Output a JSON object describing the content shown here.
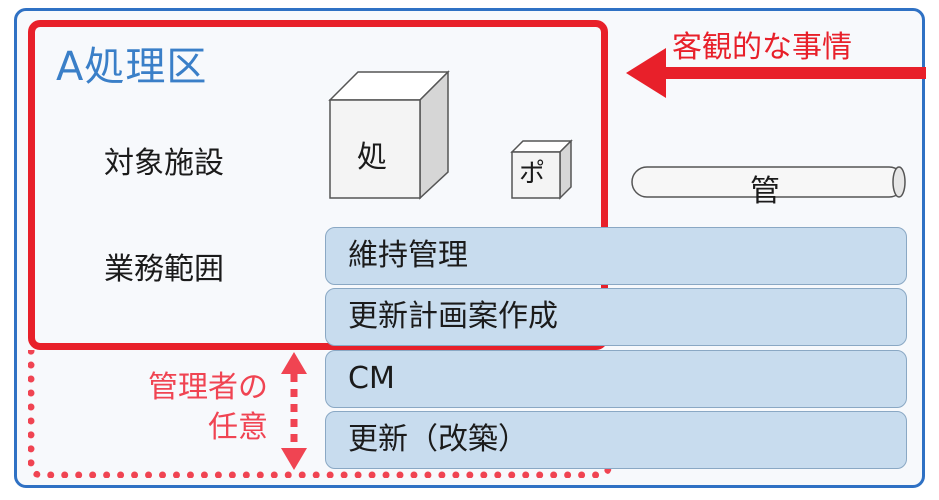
{
  "region": {
    "title": "A処理区",
    "facility_label": "対象施設",
    "scope_label": "業務範囲"
  },
  "facilities": {
    "treatment_plant": "処",
    "pump_station": "ポ",
    "pipe": "管"
  },
  "scope_items": [
    "維持管理",
    "更新計画案作成",
    "CM",
    "更新（改築）"
  ],
  "annotations": {
    "objective_circumstances": "客観的な事情",
    "manager_discretion_line1": "管理者の",
    "manager_discretion_line2": "任意"
  },
  "colors": {
    "frame": "#2f71c4",
    "region_border": "#e8202a",
    "band_fill": "#c8dcee",
    "title": "#3a7fc8"
  }
}
